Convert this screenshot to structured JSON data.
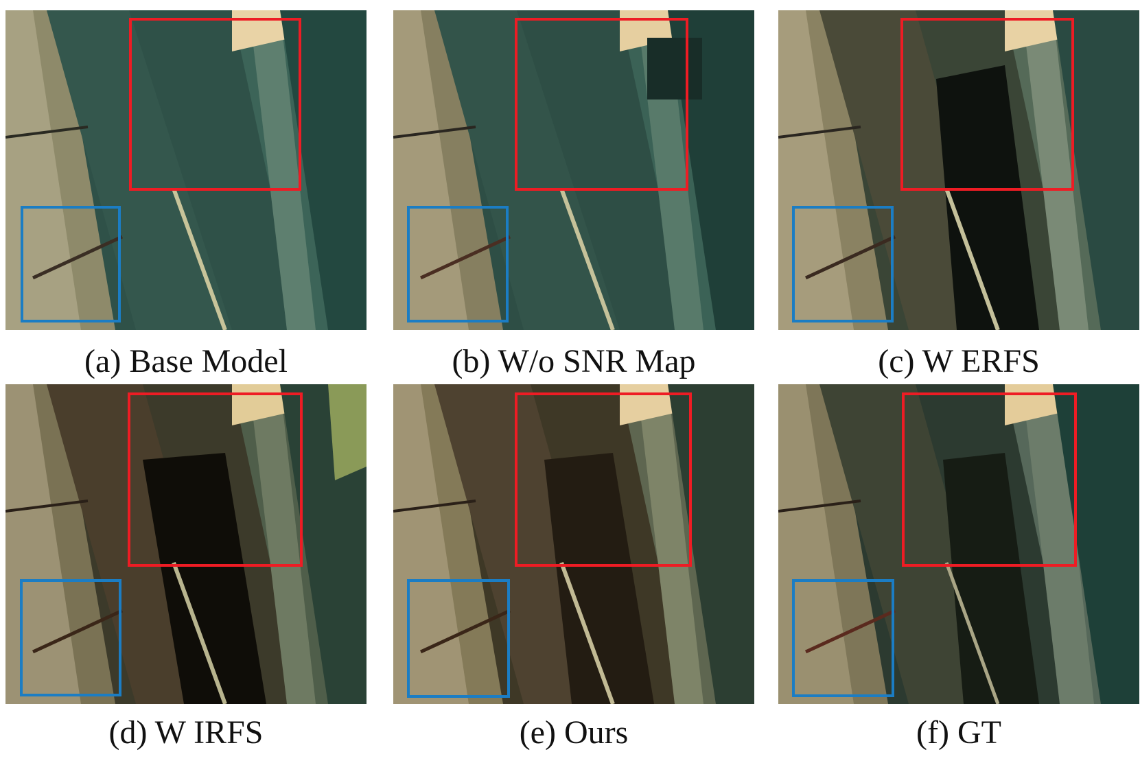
{
  "figure": {
    "panels": [
      {
        "caption": "(a) Base Model",
        "scene": "teal"
      },
      {
        "caption": "(b) W/o SNR Map",
        "scene": "teal"
      },
      {
        "caption": "(c) W ERFS",
        "scene": "dark"
      },
      {
        "caption": "(d) W IRFS",
        "scene": "brown-dark"
      },
      {
        "caption": "(e) Ours",
        "scene": "brown"
      },
      {
        "caption": "(f) GT",
        "scene": "gt"
      }
    ],
    "colors": {
      "zoom_box_red": "#ee1c24",
      "zoom_box_blue": "#1b7dc4"
    }
  }
}
